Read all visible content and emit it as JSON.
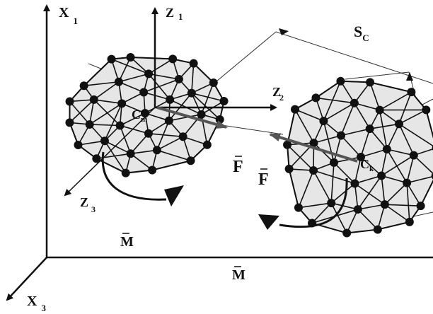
{
  "diagram": {
    "labels": {
      "x1": "X",
      "x1_sub": "1",
      "x3": "X",
      "x3_sub": "3",
      "z1": "Z",
      "z1_sub": "1",
      "z2": "Z",
      "z2_sub": "2",
      "z3": "Z",
      "z3_sub": "3",
      "sc": "S",
      "sc_sub": "C",
      "cm": "C",
      "cm_sub": "m",
      "ck": "C",
      "ck_sub": "k",
      "force_left": "F",
      "force_right": "F",
      "moment_left": "M",
      "moment_right": "M"
    },
    "colors": {
      "mesh_fill": "#e6e6e6",
      "line": "#111111",
      "force_arrow": "#555555"
    }
  }
}
